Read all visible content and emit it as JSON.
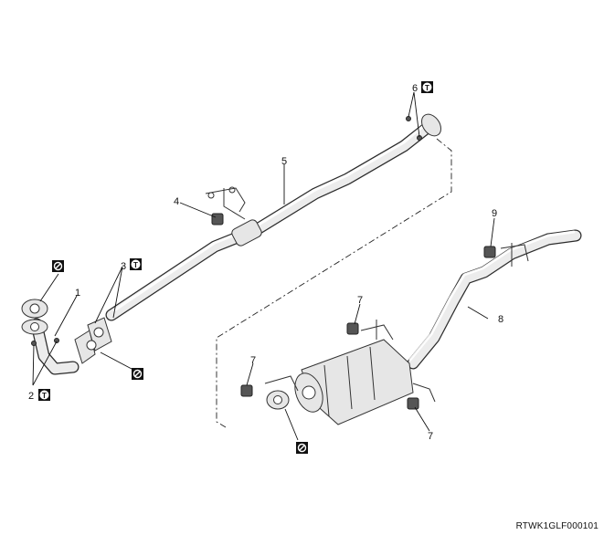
{
  "callouts": {
    "c1": "1",
    "c2": "2",
    "c3": "3",
    "c4": "4",
    "c5": "5",
    "c6": "6",
    "c7a": "7",
    "c7b": "7",
    "c7c": "7",
    "c8": "8",
    "c9": "9"
  },
  "symbols": {
    "tighten_letter": "T",
    "tighten_icon": "tighten-torque-icon",
    "no_reuse_icon": "do-not-reuse-icon"
  },
  "colors": {
    "ink": "#111111",
    "pipe_fill": "#ececec"
  },
  "reference_code": "RTWK1GLF000101"
}
